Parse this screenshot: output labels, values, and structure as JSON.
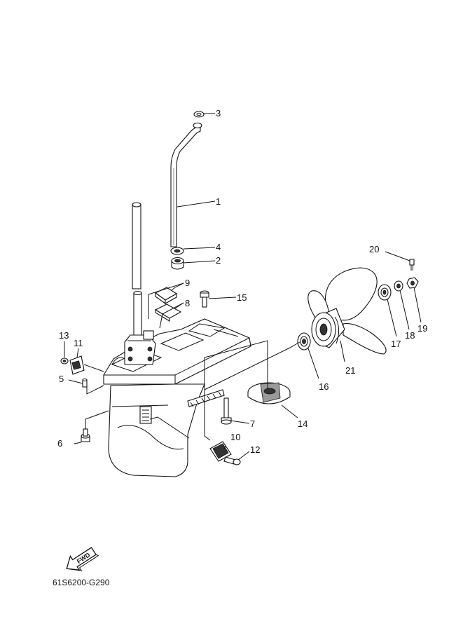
{
  "diagram_code": "61S6200-G290",
  "fwd_label": "FWD",
  "callouts": [
    {
      "id": "c1",
      "text": "1"
    },
    {
      "id": "c2",
      "text": "2"
    },
    {
      "id": "c3",
      "text": "3"
    },
    {
      "id": "c4",
      "text": "4"
    },
    {
      "id": "c5",
      "text": "5"
    },
    {
      "id": "c6",
      "text": "6"
    },
    {
      "id": "c7",
      "text": "7"
    },
    {
      "id": "c8",
      "text": "8"
    },
    {
      "id": "c9",
      "text": "9"
    },
    {
      "id": "c10",
      "text": "10"
    },
    {
      "id": "c11",
      "text": "11"
    },
    {
      "id": "c12",
      "text": "12"
    },
    {
      "id": "c13",
      "text": "13"
    },
    {
      "id": "c14",
      "text": "14"
    },
    {
      "id": "c15",
      "text": "15"
    },
    {
      "id": "c16",
      "text": "16"
    },
    {
      "id": "c17",
      "text": "17"
    },
    {
      "id": "c18",
      "text": "18"
    },
    {
      "id": "c19",
      "text": "19"
    },
    {
      "id": "c20",
      "text": "20"
    },
    {
      "id": "c21",
      "text": "21"
    }
  ]
}
